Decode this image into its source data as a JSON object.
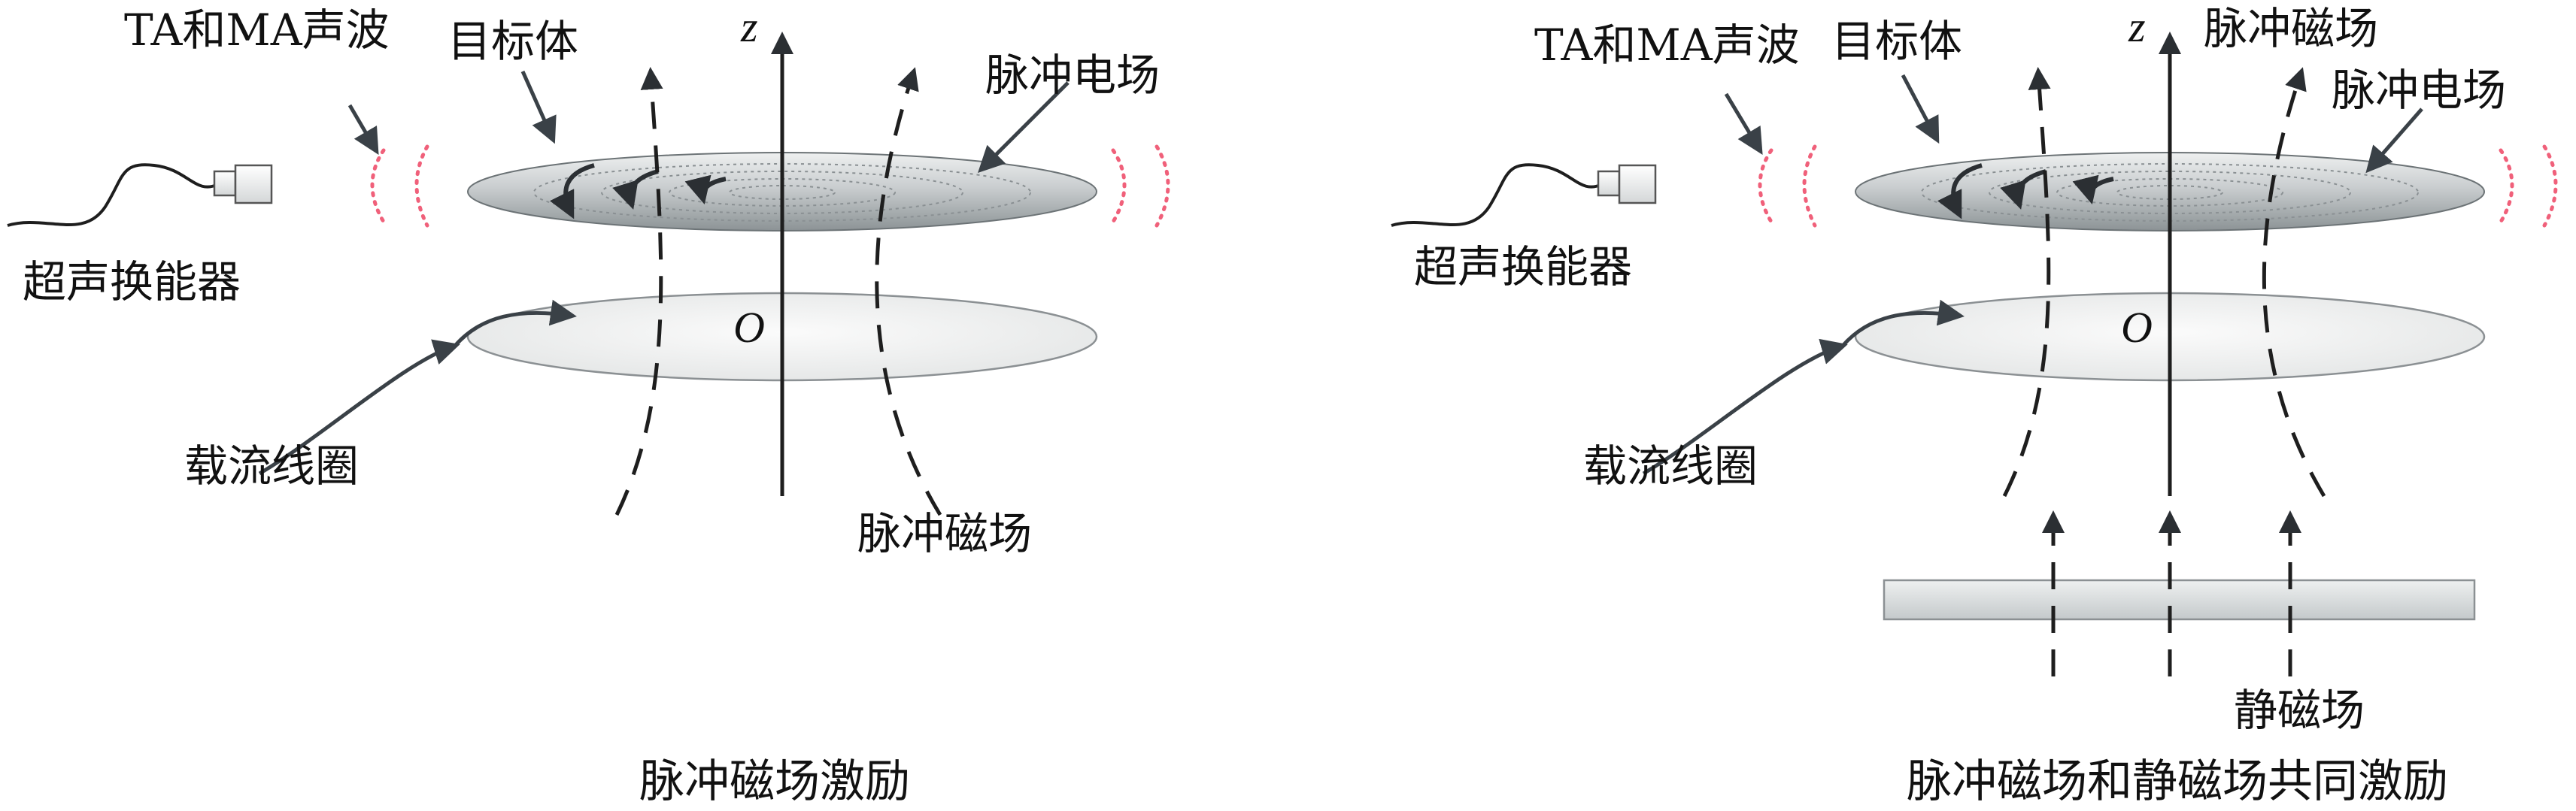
{
  "panels": [
    {
      "labels": {
        "ta_ma": "TA和MA声波",
        "target": "目标体",
        "e_field": "脉冲电场",
        "transducer": "超声换能器",
        "coil": "载流线圈",
        "b_field": "脉冲磁场",
        "z_axis": "z",
        "origin": "O"
      },
      "caption": "脉冲磁场激励"
    },
    {
      "labels": {
        "ta_ma": "TA和MA声波",
        "target": "目标体",
        "e_field": "脉冲电场",
        "transducer": "超声换能器",
        "coil": "载流线圈",
        "b_field": "脉冲磁场",
        "z_axis": "z",
        "origin": "O",
        "static_field": "静磁场"
      },
      "caption": "脉冲磁场和静磁场共同激励"
    }
  ],
  "colors": {
    "wave": "#f0607a",
    "arrow": "#3a4147",
    "line": "#1e1e1e"
  }
}
